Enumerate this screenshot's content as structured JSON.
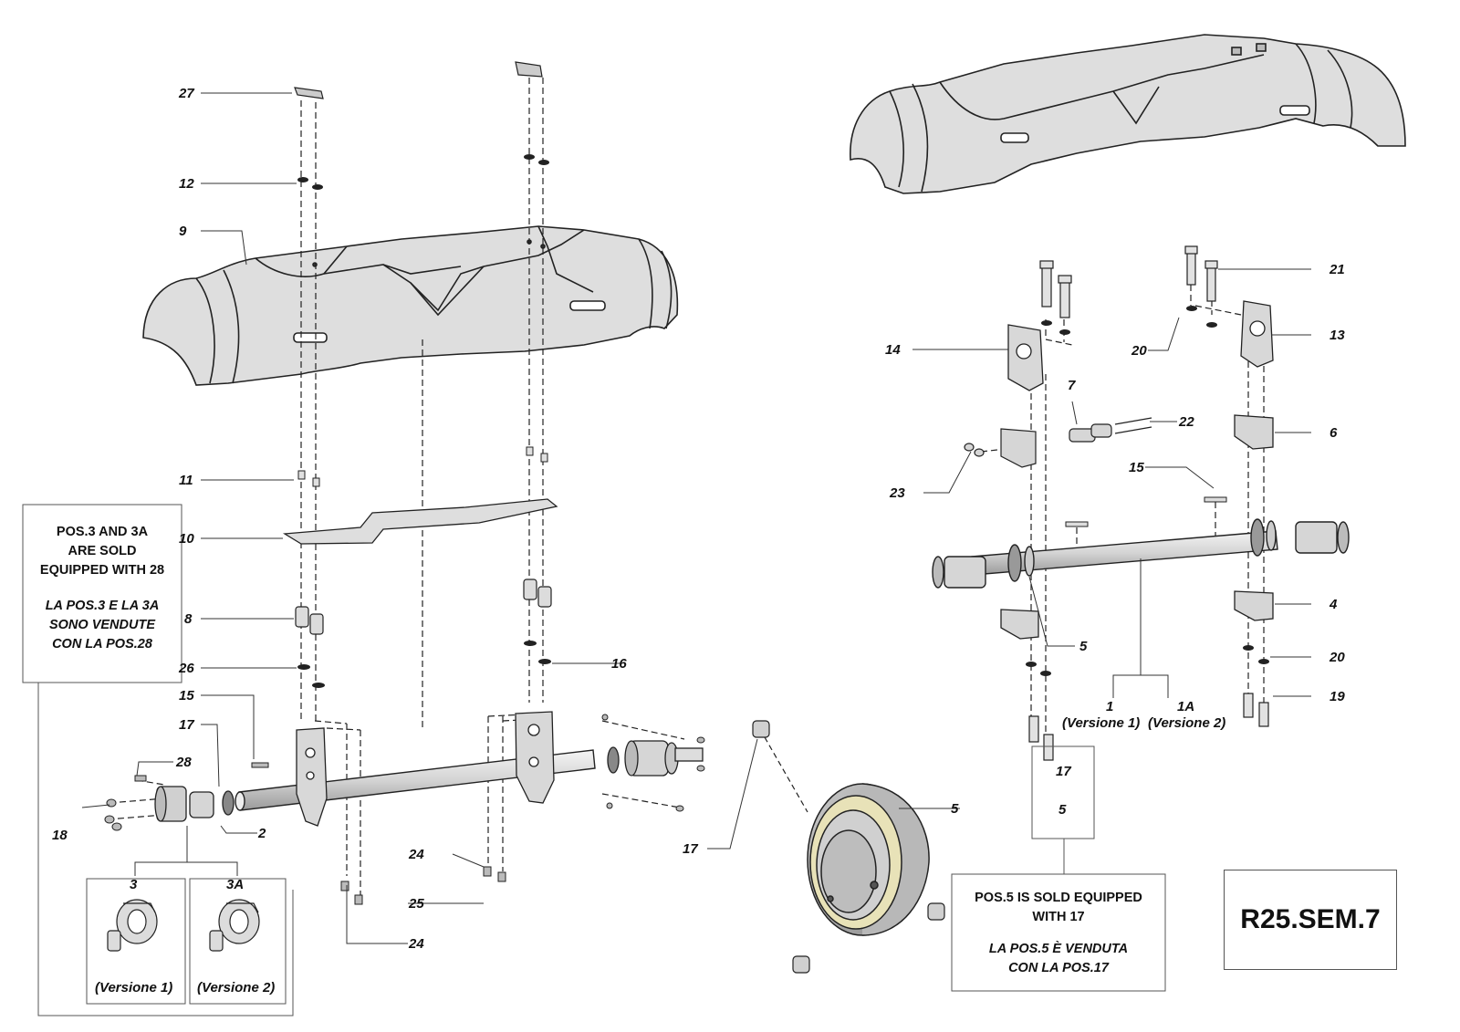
{
  "diagram_code": "R25.SEM.7",
  "part_labels": {
    "p27": "27",
    "p12": "12",
    "p9": "9",
    "p11": "11",
    "p10": "10",
    "p8": "8",
    "p26": "26",
    "p15": "15",
    "p17": "17",
    "p28": "28",
    "p18": "18",
    "p2": "2",
    "p3": "3",
    "p3a": "3A",
    "p16": "16",
    "p24a": "24",
    "p25": "25",
    "p24b": "24",
    "r21": "21",
    "r13": "13",
    "r14": "14",
    "r20a": "20",
    "r7": "7",
    "r22": "22",
    "r6": "6",
    "r15": "15",
    "r23": "23",
    "r4": "4",
    "r5": "5",
    "r20b": "20",
    "r19": "19",
    "r1": "1",
    "r1a": "1A",
    "v1": "(Versione 1)",
    "v2": "(Versione 2)",
    "d17": "17",
    "d5": "5"
  },
  "hub_versions": {
    "v1": "(Versione 1)",
    "v2": "(Versione 2)"
  },
  "ref_box": {
    "top": "17",
    "bottom": "5"
  },
  "notes": {
    "pos3_en": [
      "POS.3 AND 3A",
      "ARE SOLD",
      "EQUIPPED WITH 28"
    ],
    "pos3_it": [
      "LA POS.3 E LA 3A",
      "SONO VENDUTE",
      "CON LA POS.28"
    ],
    "pos5_en": [
      "POS.5 IS SOLD EQUIPPED",
      "WITH 17"
    ],
    "pos5_it": [
      "LA POS.5 È VENDUTA",
      "CON LA POS.17"
    ]
  },
  "colors": {
    "body": "#dedede",
    "line": "#222222",
    "bearing_seal": "#e8e2b8"
  }
}
